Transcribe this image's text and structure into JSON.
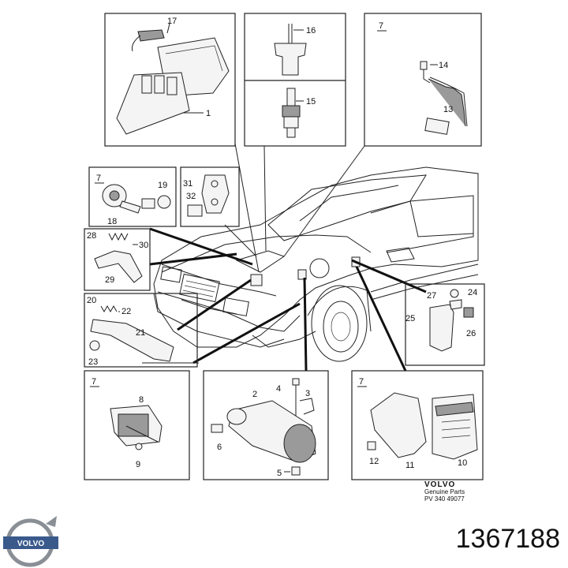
{
  "footer": {
    "brand": "VOLVO",
    "subtitle": "Genuine Parts",
    "reference": "PV 340 49077"
  },
  "part_number": "1367188",
  "logo_text": "VOLVO",
  "callouts": {
    "c1": "1",
    "c2": "2",
    "c3": "3",
    "c4": "4",
    "c5": "5",
    "c6": "6",
    "c8": "8",
    "c9": "9",
    "c10": "10",
    "c11": "11",
    "c12": "12",
    "c13": "13",
    "c14": "14",
    "c15": "15",
    "c16": "16",
    "c17": "17",
    "c18": "18",
    "c19": "19",
    "c20": "20",
    "c21": "21",
    "c22": "22",
    "c23": "23",
    "c24": "24",
    "c25": "25",
    "c26": "26",
    "c27": "27",
    "c28": "28",
    "c29": "29",
    "c30": "30",
    "c31": "31",
    "c32": "32"
  },
  "panel_marks": {
    "top_right": "7",
    "knock": "7",
    "module": "7",
    "ecu": "7"
  }
}
